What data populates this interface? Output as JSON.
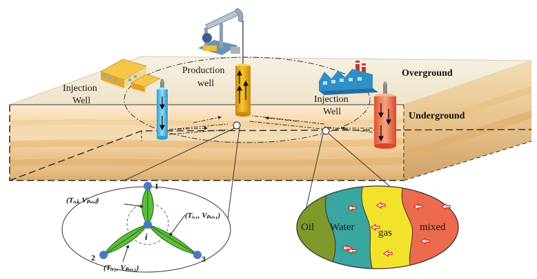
{
  "labels": {
    "overground": "Overground",
    "underground": "Underground",
    "production_well": [
      "Production",
      "well"
    ],
    "injection_well_left": [
      "Injection",
      "Well"
    ],
    "injection_well_right": [
      "Injection",
      "Well"
    ]
  },
  "node_diagram": {
    "node_1": "1",
    "node_2": "2",
    "node_3": "3",
    "center": "i",
    "edge_label_j": "(Tᵢ,ⱼ, Vₚ,ᵢ,ⱼ)",
    "edge_label_1": "(Tᵢ,₁, Vₚ,ᵢ,₁)",
    "edge_label_2": "(Tᵢ,₂, Vₚ,ᵢ,₂)"
  },
  "fluid_zones": [
    "Oil",
    "Water",
    "gas",
    "mixed"
  ],
  "colors": {
    "oil": "#7f9a2a",
    "water": "#3aa6a0",
    "gas": "#f2e22c",
    "mixed": "#ec6a4e",
    "production_tube": "#f0b71c",
    "injection_left": "#5fc6ec",
    "injection_right": "#f06d45",
    "petal": "#5bbf3a",
    "node": "#4a78c7"
  }
}
